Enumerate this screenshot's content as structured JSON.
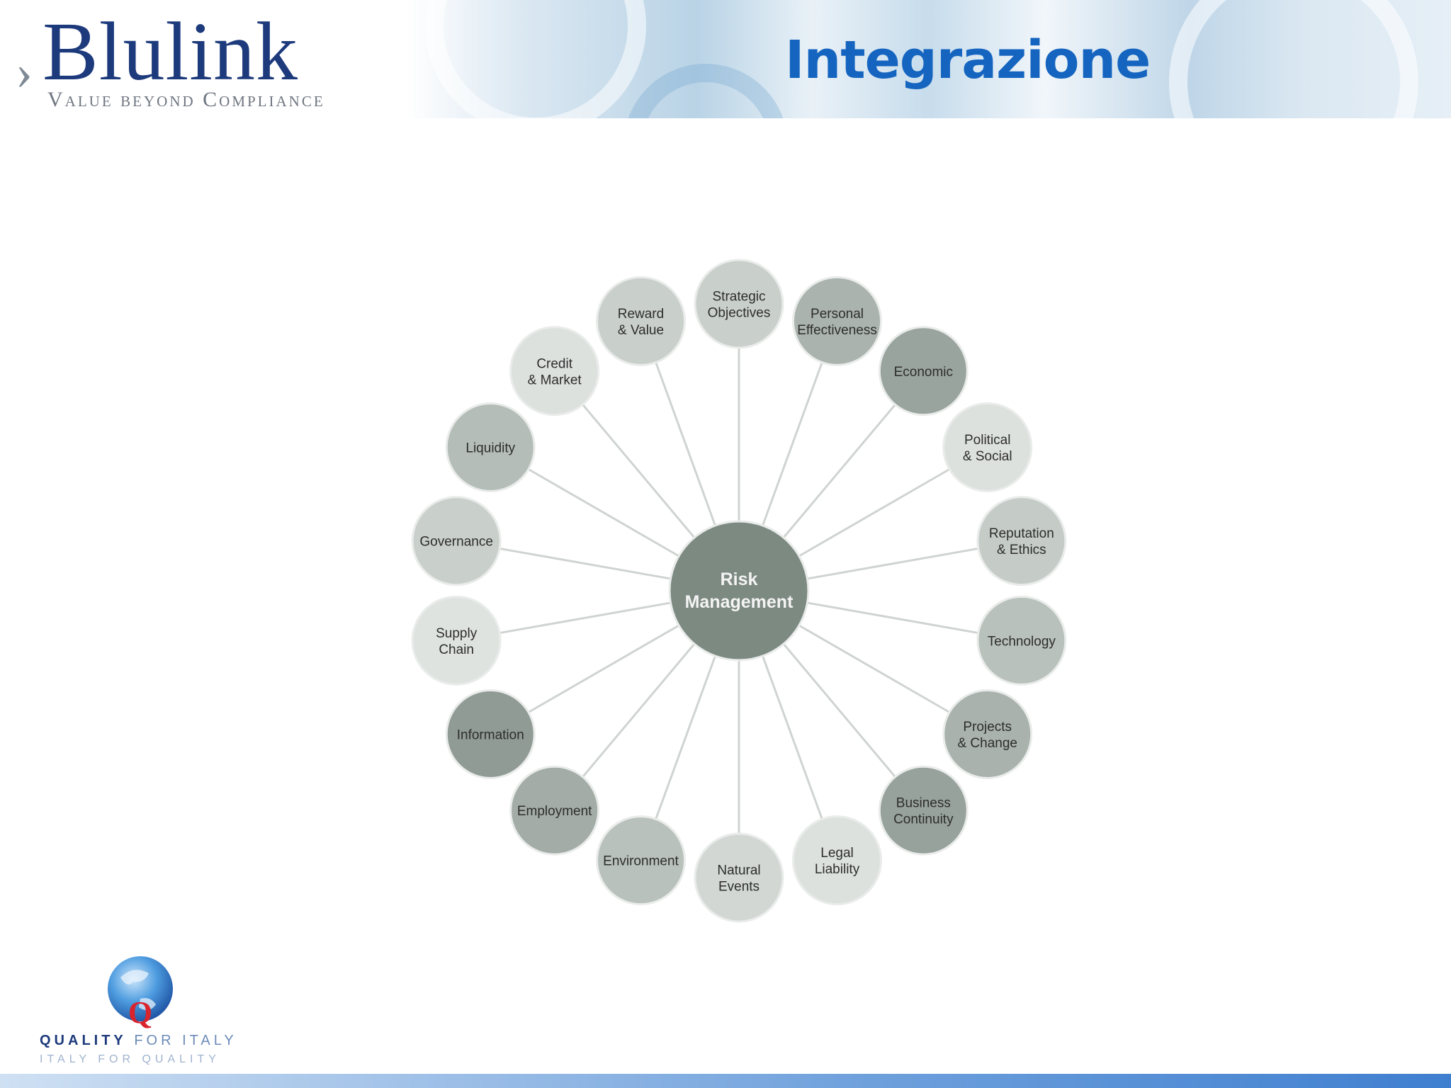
{
  "header": {
    "logo_text": "Blulink",
    "tagline": "Value beyond Compliance",
    "title": "Integrazione"
  },
  "diagram": {
    "center": [
      "Risk",
      "Management"
    ],
    "nodes": [
      {
        "lines": [
          "Strategic",
          "Objectives"
        ],
        "tone": "#c9cfcb"
      },
      {
        "lines": [
          "Personal",
          "Effectiveness"
        ],
        "tone": "#aab3ae"
      },
      {
        "lines": [
          "Economic"
        ],
        "tone": "#9aa49f"
      },
      {
        "lines": [
          "Political",
          "& Social"
        ],
        "tone": "#dde1de"
      },
      {
        "lines": [
          "Reputation",
          "& Ethics"
        ],
        "tone": "#c5ccc8"
      },
      {
        "lines": [
          "Technology"
        ],
        "tone": "#b9c1bc"
      },
      {
        "lines": [
          "Projects",
          "& Change"
        ],
        "tone": "#a9b2ad"
      },
      {
        "lines": [
          "Business",
          "Continuity"
        ],
        "tone": "#98a29d"
      },
      {
        "lines": [
          "Legal",
          "Liability"
        ],
        "tone": "#dde1de"
      },
      {
        "lines": [
          "Natural",
          "Events"
        ],
        "tone": "#d2d7d4"
      },
      {
        "lines": [
          "Environment"
        ],
        "tone": "#b9c1bc"
      },
      {
        "lines": [
          "Employment"
        ],
        "tone": "#a3aca7"
      },
      {
        "lines": [
          "Information"
        ],
        "tone": "#919b96"
      },
      {
        "lines": [
          "Supply",
          "Chain"
        ],
        "tone": "#dfe3e0"
      },
      {
        "lines": [
          "Governance"
        ],
        "tone": "#c9cfcb"
      },
      {
        "lines": [
          "Liquidity"
        ],
        "tone": "#b5bdb8"
      },
      {
        "lines": [
          "Credit",
          "& Market"
        ],
        "tone": "#dde1de"
      },
      {
        "lines": [
          "Reward",
          "& Value"
        ],
        "tone": "#c9cfcb"
      }
    ],
    "center_color": "#7d8a82",
    "spoke_color": "#cfd4d1"
  },
  "footer": {
    "line1_bold": "QUALITY",
    "line1_rest": " FOR ITALY",
    "line2": "ITALY FOR QUALITY"
  }
}
